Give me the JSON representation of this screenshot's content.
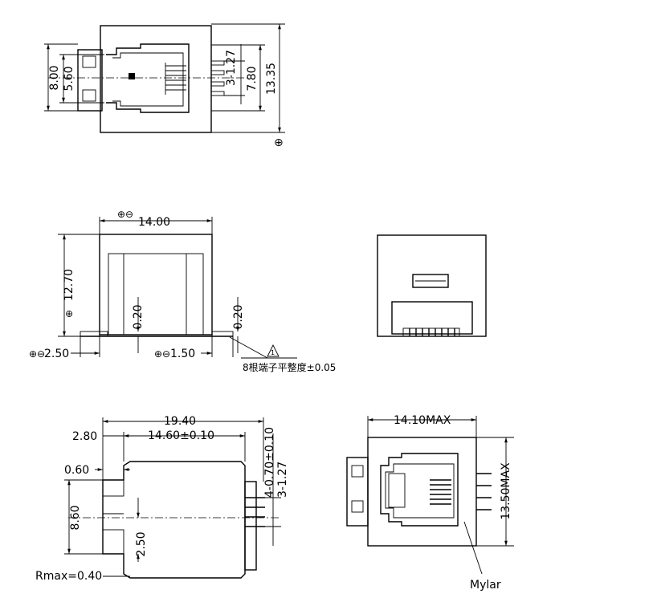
{
  "top_view": {
    "dim_width": "8.00",
    "dim_inner": "5.60",
    "dim_pitch": "3-1.27",
    "dim_pin_span": "7.80",
    "dim_length": "13.35",
    "ref_mark": "⊕"
  },
  "front_view": {
    "dim_width": "14.00",
    "dim_height": "12.70",
    "dim_clear_left": "0.20",
    "dim_clear_right": "0.20",
    "dim_left_offset": "2.50",
    "dim_right_offset": "1.50",
    "coplanarity": "8根端子平整度±0.05",
    "width_mark": "⊕⊖",
    "left_mark": "⊕⊖",
    "right_mark": "⊕⊖",
    "height_mark": "⊕"
  },
  "side_view": {
    "dim_overall": "19.40",
    "dim_body": "14.60±0.10",
    "dim_flange": "2.80",
    "dim_tab": "0.60",
    "dim_height": "8.60",
    "dim_offset": "2.50",
    "dim_pin_width": "4-0.70±0.10",
    "dim_pin_pitch": "3-1.27",
    "radius": "Rmax=0.40"
  },
  "back_view": {
    "dim_width": "14.10MAX",
    "dim_height": "13.50MAX",
    "material_label": "Mylar"
  }
}
